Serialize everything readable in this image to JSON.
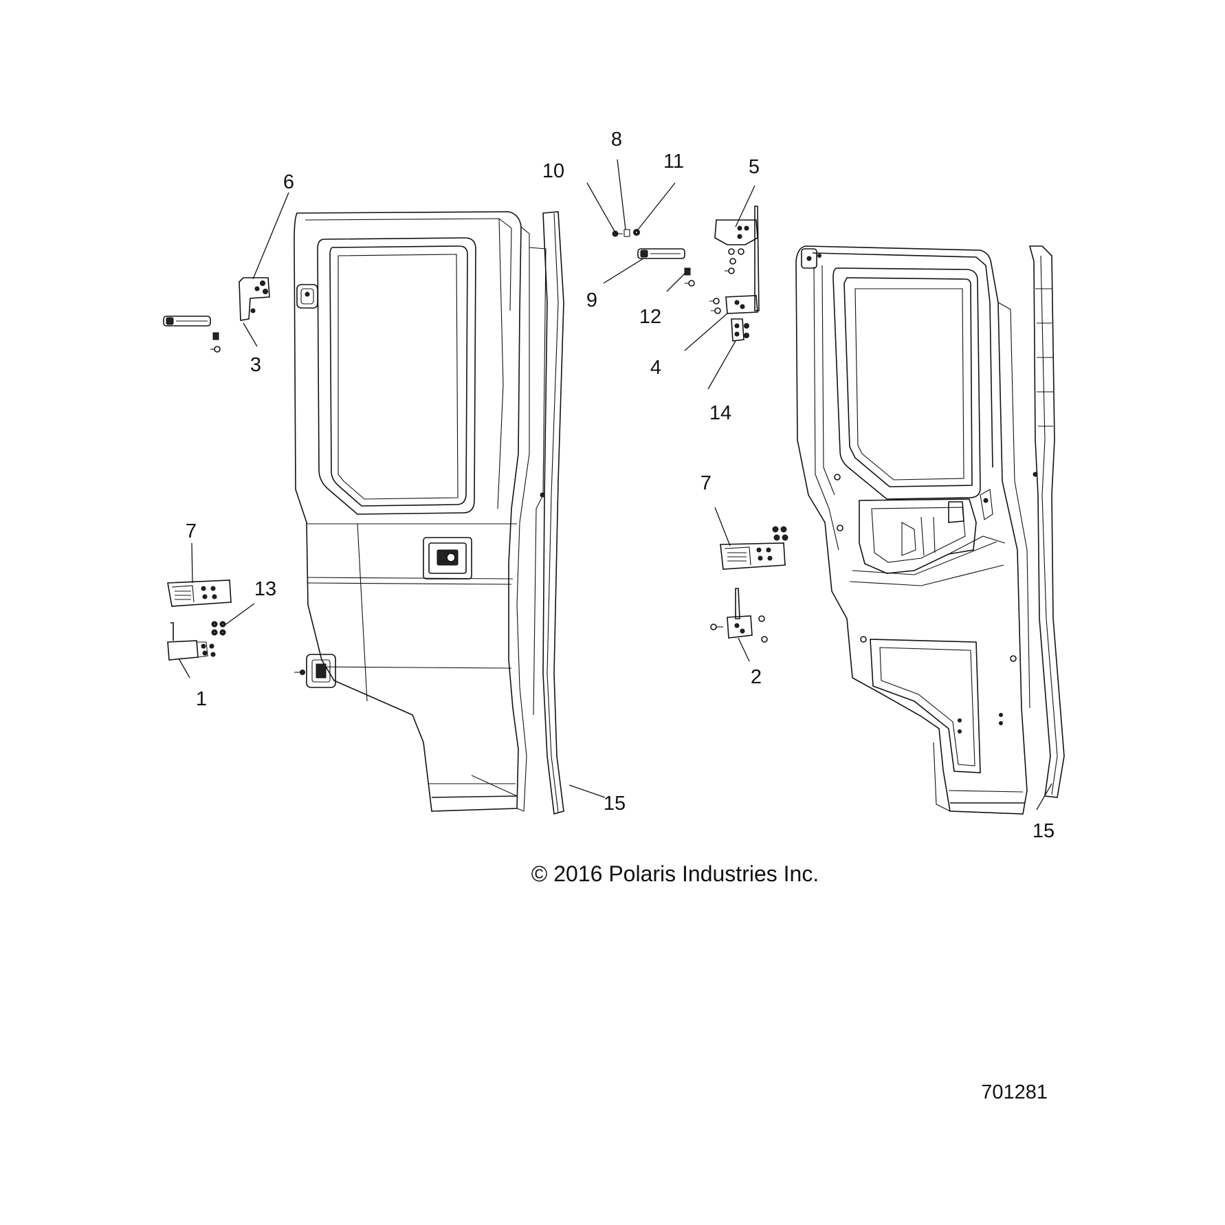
{
  "callouts": [
    {
      "id": "c1",
      "text": "1"
    },
    {
      "id": "c2",
      "text": "2"
    },
    {
      "id": "c3",
      "text": "3"
    },
    {
      "id": "c4",
      "text": "4"
    },
    {
      "id": "c5",
      "text": "5"
    },
    {
      "id": "c6",
      "text": "6"
    },
    {
      "id": "c7a",
      "text": "7"
    },
    {
      "id": "c7b",
      "text": "7"
    },
    {
      "id": "c8",
      "text": "8"
    },
    {
      "id": "c9",
      "text": "9"
    },
    {
      "id": "c10",
      "text": "10"
    },
    {
      "id": "c11",
      "text": "11"
    },
    {
      "id": "c12",
      "text": "12"
    },
    {
      "id": "c13",
      "text": "13"
    },
    {
      "id": "c14",
      "text": "14"
    },
    {
      "id": "c15a",
      "text": "15"
    },
    {
      "id": "c15b",
      "text": "15"
    }
  ],
  "copyright": "© 2016 Polaris Industries Inc.",
  "part_number": "701281"
}
